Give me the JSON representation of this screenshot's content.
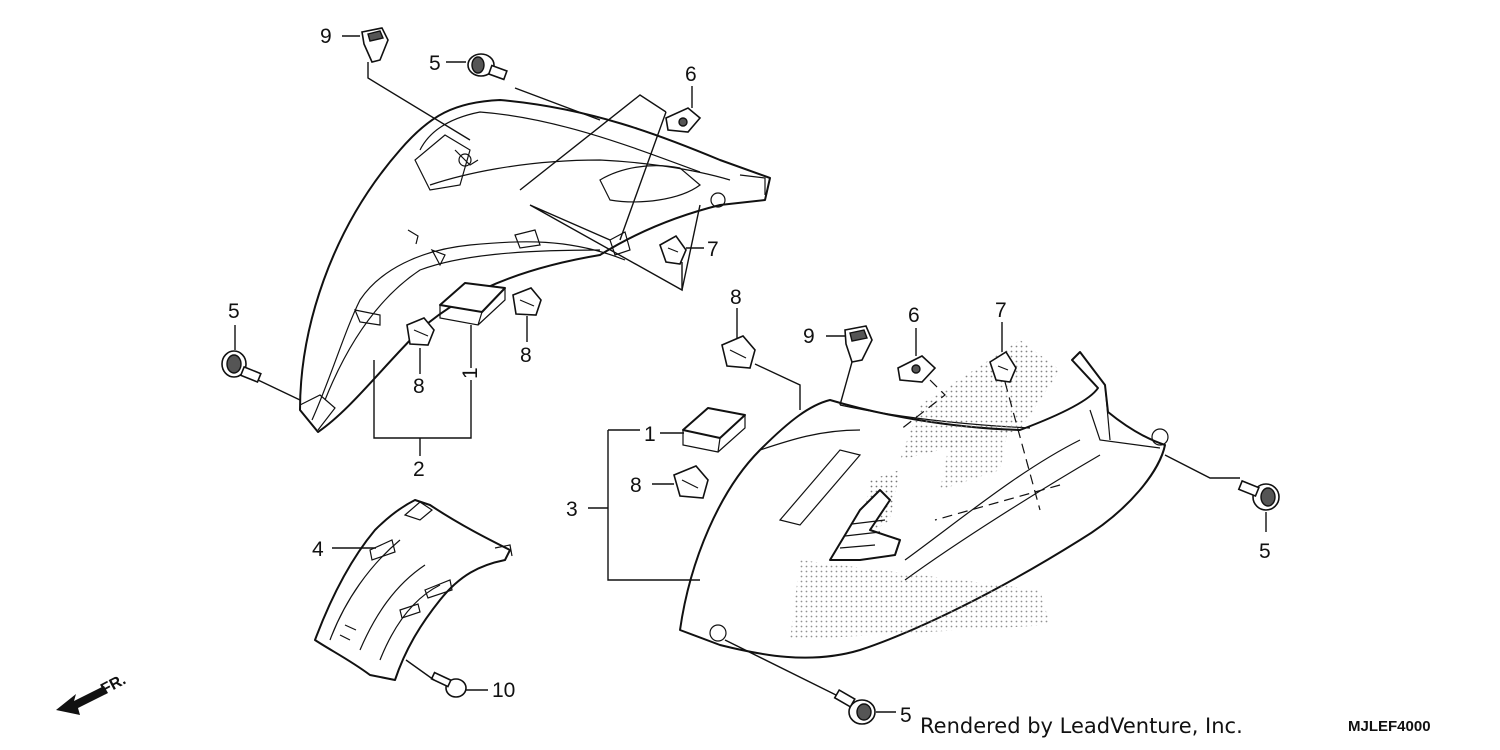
{
  "callouts": {
    "c9_top": "9",
    "c5_top": "5",
    "c6_top": "6",
    "c7_upper": "7",
    "c5_left": "5",
    "c8_a": "8",
    "c8_b": "8",
    "c1_upper": "1",
    "c2": "2",
    "c4": "4",
    "c10": "10",
    "c8_c": "8",
    "c9_right": "9",
    "c6_right": "6",
    "c7_right": "7",
    "c1_lower": "1",
    "c8_d": "8",
    "c3": "3",
    "c5_right": "5",
    "c5_bottom": "5"
  },
  "direction_label": "FR.",
  "credit": "Rendered by LeadVenture, Inc.",
  "diagram_code": "MJLEF4000"
}
